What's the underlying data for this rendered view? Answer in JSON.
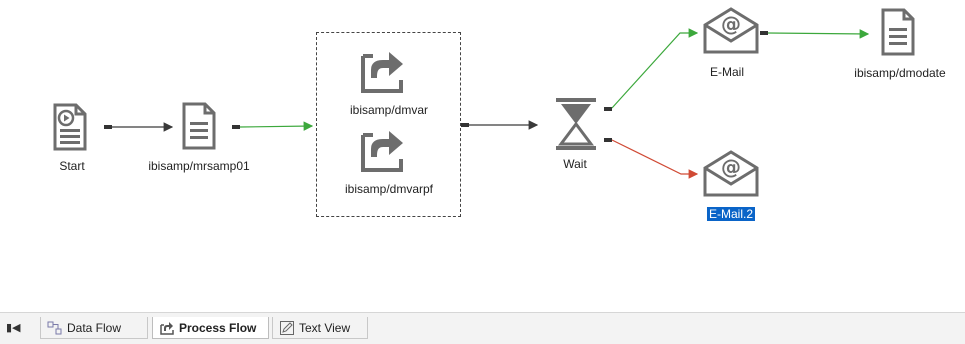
{
  "flow": {
    "nodes": [
      {
        "label": "Start",
        "icon": "flow-start-icon"
      },
      {
        "label": "ibisamp/mrsamp01",
        "icon": "procedure-document-icon"
      },
      {
        "label": "ibisamp/dmvar",
        "icon": "process-flow-arrow-icon"
      },
      {
        "label": "ibisamp/dmvarpf",
        "icon": "process-flow-arrow-icon"
      },
      {
        "label": "Wait",
        "icon": "hourglass-icon"
      },
      {
        "label": "E-Mail",
        "icon": "email-at-icon"
      },
      {
        "label": "E-Mail.2",
        "icon": "email-at-icon",
        "selected": true
      },
      {
        "label": "ibisamp/dmodate",
        "icon": "procedure-document-icon"
      }
    ],
    "connector_colors": {
      "unconditional": "#3a3a3a",
      "success": "#3ca83c",
      "failure": "#d04a35"
    }
  },
  "tabs": {
    "items": [
      {
        "label": "Data Flow",
        "icon": "data-flow-icon"
      },
      {
        "label": "Process Flow",
        "icon": "process-flow-icon",
        "active": true
      },
      {
        "label": "Text View",
        "icon": "text-view-icon"
      }
    ]
  }
}
